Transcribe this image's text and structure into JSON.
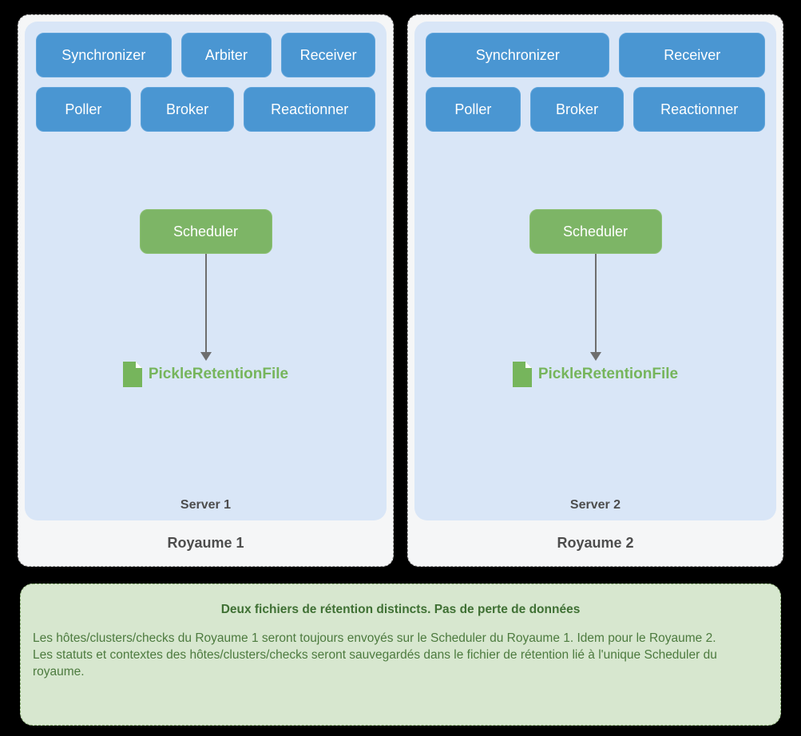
{
  "colors": {
    "background": "#000000",
    "royaume_panel_bg": "#f5f6f7",
    "royaume_panel_border": "#8d8d8d",
    "server_panel_bg": "#d9e6f7",
    "daemon_node_blue": "#4a96d2",
    "scheduler_node_green": "#7db566",
    "node_text": "#ffffff",
    "label_gray": "#4d4d4d",
    "arrow_gray": "#6e6e6e",
    "file_green": "#76b55c",
    "info_panel_bg": "#d7e7cf",
    "info_panel_border": "#85ab70",
    "info_text_green": "#4c7a3e"
  },
  "royaumes": [
    {
      "title": "Royaume 1",
      "server_label": "Server 1",
      "daemons_row1": [
        "Synchronizer",
        "Arbiter",
        "Receiver"
      ],
      "daemons_row2": [
        "Poller",
        "Broker",
        "Reactionner"
      ],
      "scheduler_label": "Scheduler",
      "file_label": "PickleRetentionFile"
    },
    {
      "title": "Royaume 2",
      "server_label": "Server 2",
      "daemons_row1": [
        "Synchronizer",
        "Receiver"
      ],
      "daemons_row2": [
        "Poller",
        "Broker",
        "Reactionner"
      ],
      "scheduler_label": "Scheduler",
      "file_label": "PickleRetentionFile"
    }
  ],
  "info": {
    "title": "Deux fichiers de rétention distincts. Pas de perte de données",
    "paragraph1": "Les hôtes/clusters/checks du Royaume 1 seront toujours envoyés sur le Scheduler du Royaume 1. Idem pour le Royaume 2.",
    "paragraph2": "Les statuts et contextes des hôtes/clusters/checks seront sauvegardés dans le fichier de rétention lié à l'unique Scheduler du royaume."
  }
}
